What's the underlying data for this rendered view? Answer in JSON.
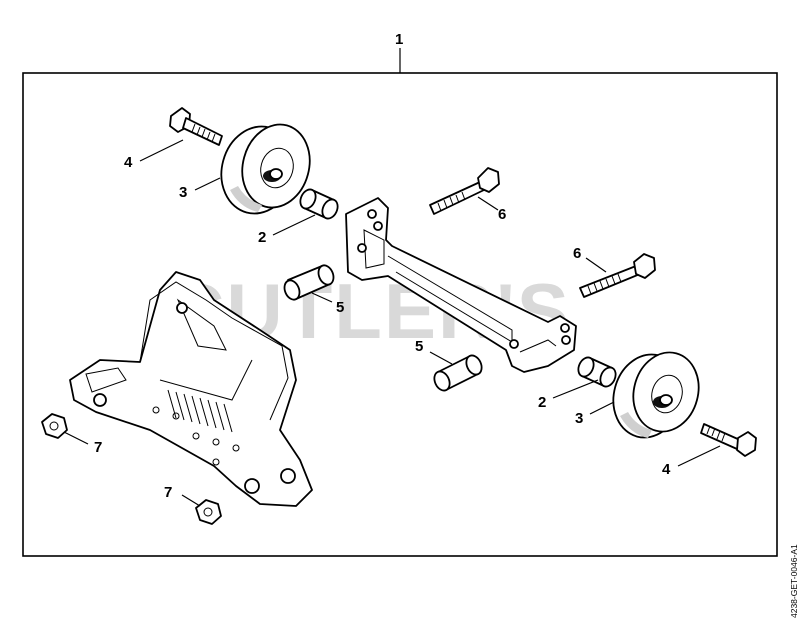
{
  "watermark": "CUTLER'S",
  "drawing_ref": "4238-GET-0046-A1",
  "callouts": {
    "assembly": "1",
    "spacer_upper": "2",
    "spacer_lower": "2",
    "wheel_left": "3",
    "wheel_right": "3",
    "bolt_left": "4",
    "bolt_right": "4",
    "sleeve_left": "5",
    "sleeve_center": "5",
    "screw_top": "6",
    "screw_right": "6",
    "nut_upper": "7",
    "nut_lower": "7"
  }
}
